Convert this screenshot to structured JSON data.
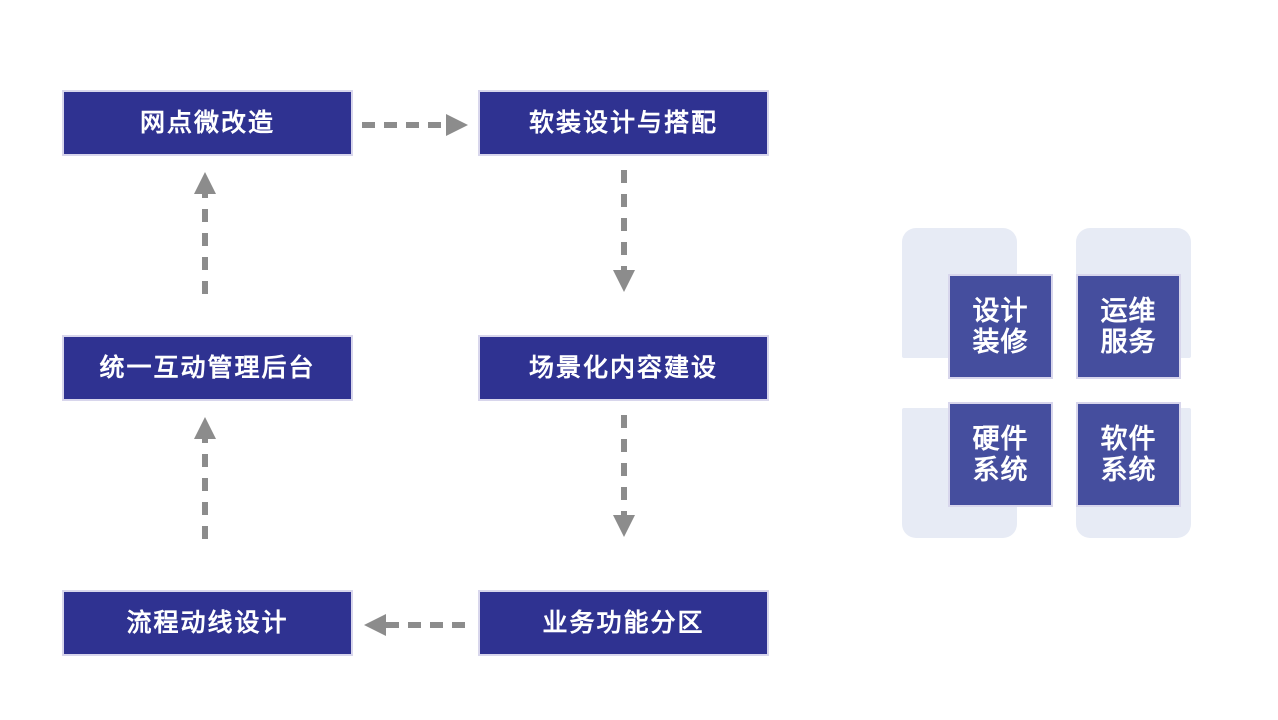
{
  "diagram": {
    "type": "flowchart-with-quadrant",
    "background_color": "#ffffff",
    "flow": {
      "box_fill": "#2f3291",
      "box_border": "#d8d6ec",
      "box_text_color": "#ffffff",
      "arrow_color": "#8c8c8c",
      "nodes": [
        {
          "id": "n1",
          "label": "网点微改造",
          "row": 1,
          "col": 1
        },
        {
          "id": "n2",
          "label": "软装设计与搭配",
          "row": 1,
          "col": 2
        },
        {
          "id": "n3",
          "label": "统一互动管理后台",
          "row": 2,
          "col": 1
        },
        {
          "id": "n4",
          "label": "场景化内容建设",
          "row": 2,
          "col": 2
        },
        {
          "id": "n5",
          "label": "流程动线设计",
          "row": 3,
          "col": 1
        },
        {
          "id": "n6",
          "label": "业务功能分区",
          "row": 3,
          "col": 2
        }
      ],
      "connectors": [
        {
          "id": "c1",
          "from": "n1",
          "to": "n2",
          "direction": "right",
          "style": "dashed"
        },
        {
          "id": "c2",
          "from": "n2",
          "to": "n4",
          "direction": "down",
          "style": "dashed"
        },
        {
          "id": "c3",
          "from": "n4",
          "to": "n6",
          "direction": "down",
          "style": "dashed"
        },
        {
          "id": "c4",
          "from": "n6",
          "to": "n5",
          "direction": "left",
          "style": "dashed"
        },
        {
          "id": "c5",
          "from": "n5",
          "to": "n3",
          "direction": "up",
          "style": "dashed"
        },
        {
          "id": "c6",
          "from": "n3",
          "to": "n1",
          "direction": "up",
          "style": "dashed"
        }
      ]
    },
    "quadrant": {
      "tile_fill": "#454e9e",
      "tile_border": "#d8d6ec",
      "backdrop_fill": "#e7ebf5",
      "tile_text_color": "#ffffff",
      "tiles": [
        {
          "id": "q-tl",
          "position": "top-left",
          "line1": "设计",
          "line2": "装修"
        },
        {
          "id": "q-tr",
          "position": "top-right",
          "line1": "运维",
          "line2": "服务"
        },
        {
          "id": "q-bl",
          "position": "bottom-left",
          "line1": "硬件",
          "line2": "系统"
        },
        {
          "id": "q-br",
          "position": "bottom-right",
          "line1": "软件",
          "line2": "系统"
        }
      ]
    }
  }
}
